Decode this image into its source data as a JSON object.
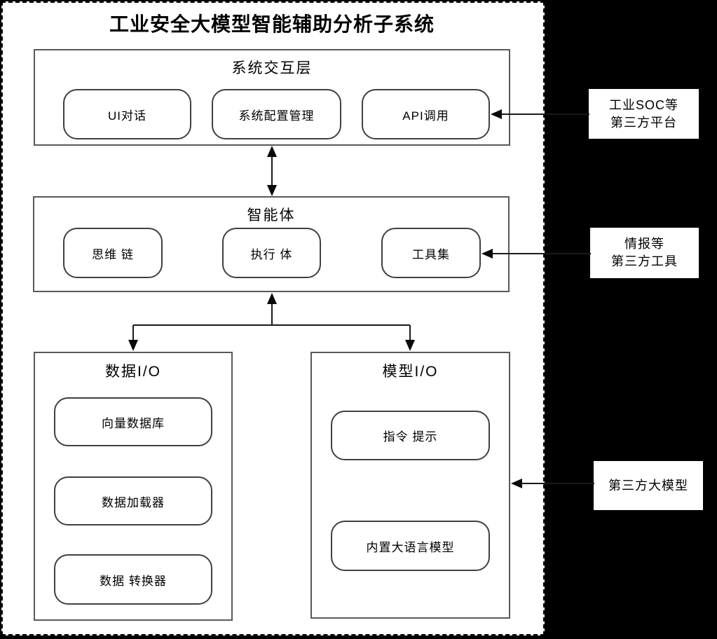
{
  "colors": {
    "background": "#000000",
    "canvas": "#ffffff",
    "line": "#000000",
    "border_outer": "#595959",
    "border_node": "#404040"
  },
  "diagram": {
    "title": "工业安全大模型智能辅助分析子系统",
    "layers": [
      {
        "label": "系统交互层",
        "children": [
          "UI对话",
          "系统配置管理",
          "API调用"
        ]
      },
      {
        "label": "智能体",
        "children": [
          "思维 链",
          "执行 体",
          "工具集"
        ]
      },
      {
        "label": "数据I/O",
        "children": [
          "向量数据库",
          "数据加载器",
          "数据 转换器"
        ]
      },
      {
        "label": "模型I/O",
        "children": [
          "指令 提示",
          "内置大语言模型"
        ]
      }
    ],
    "externals": [
      {
        "lines": [
          "工业SOC等",
          "第三方平台"
        ],
        "target": "API调用"
      },
      {
        "lines": [
          "情报等",
          "第三方工具"
        ],
        "target": "工具集"
      },
      {
        "lines": [
          "第三方大模型"
        ],
        "target": "模型I/O"
      }
    ]
  }
}
